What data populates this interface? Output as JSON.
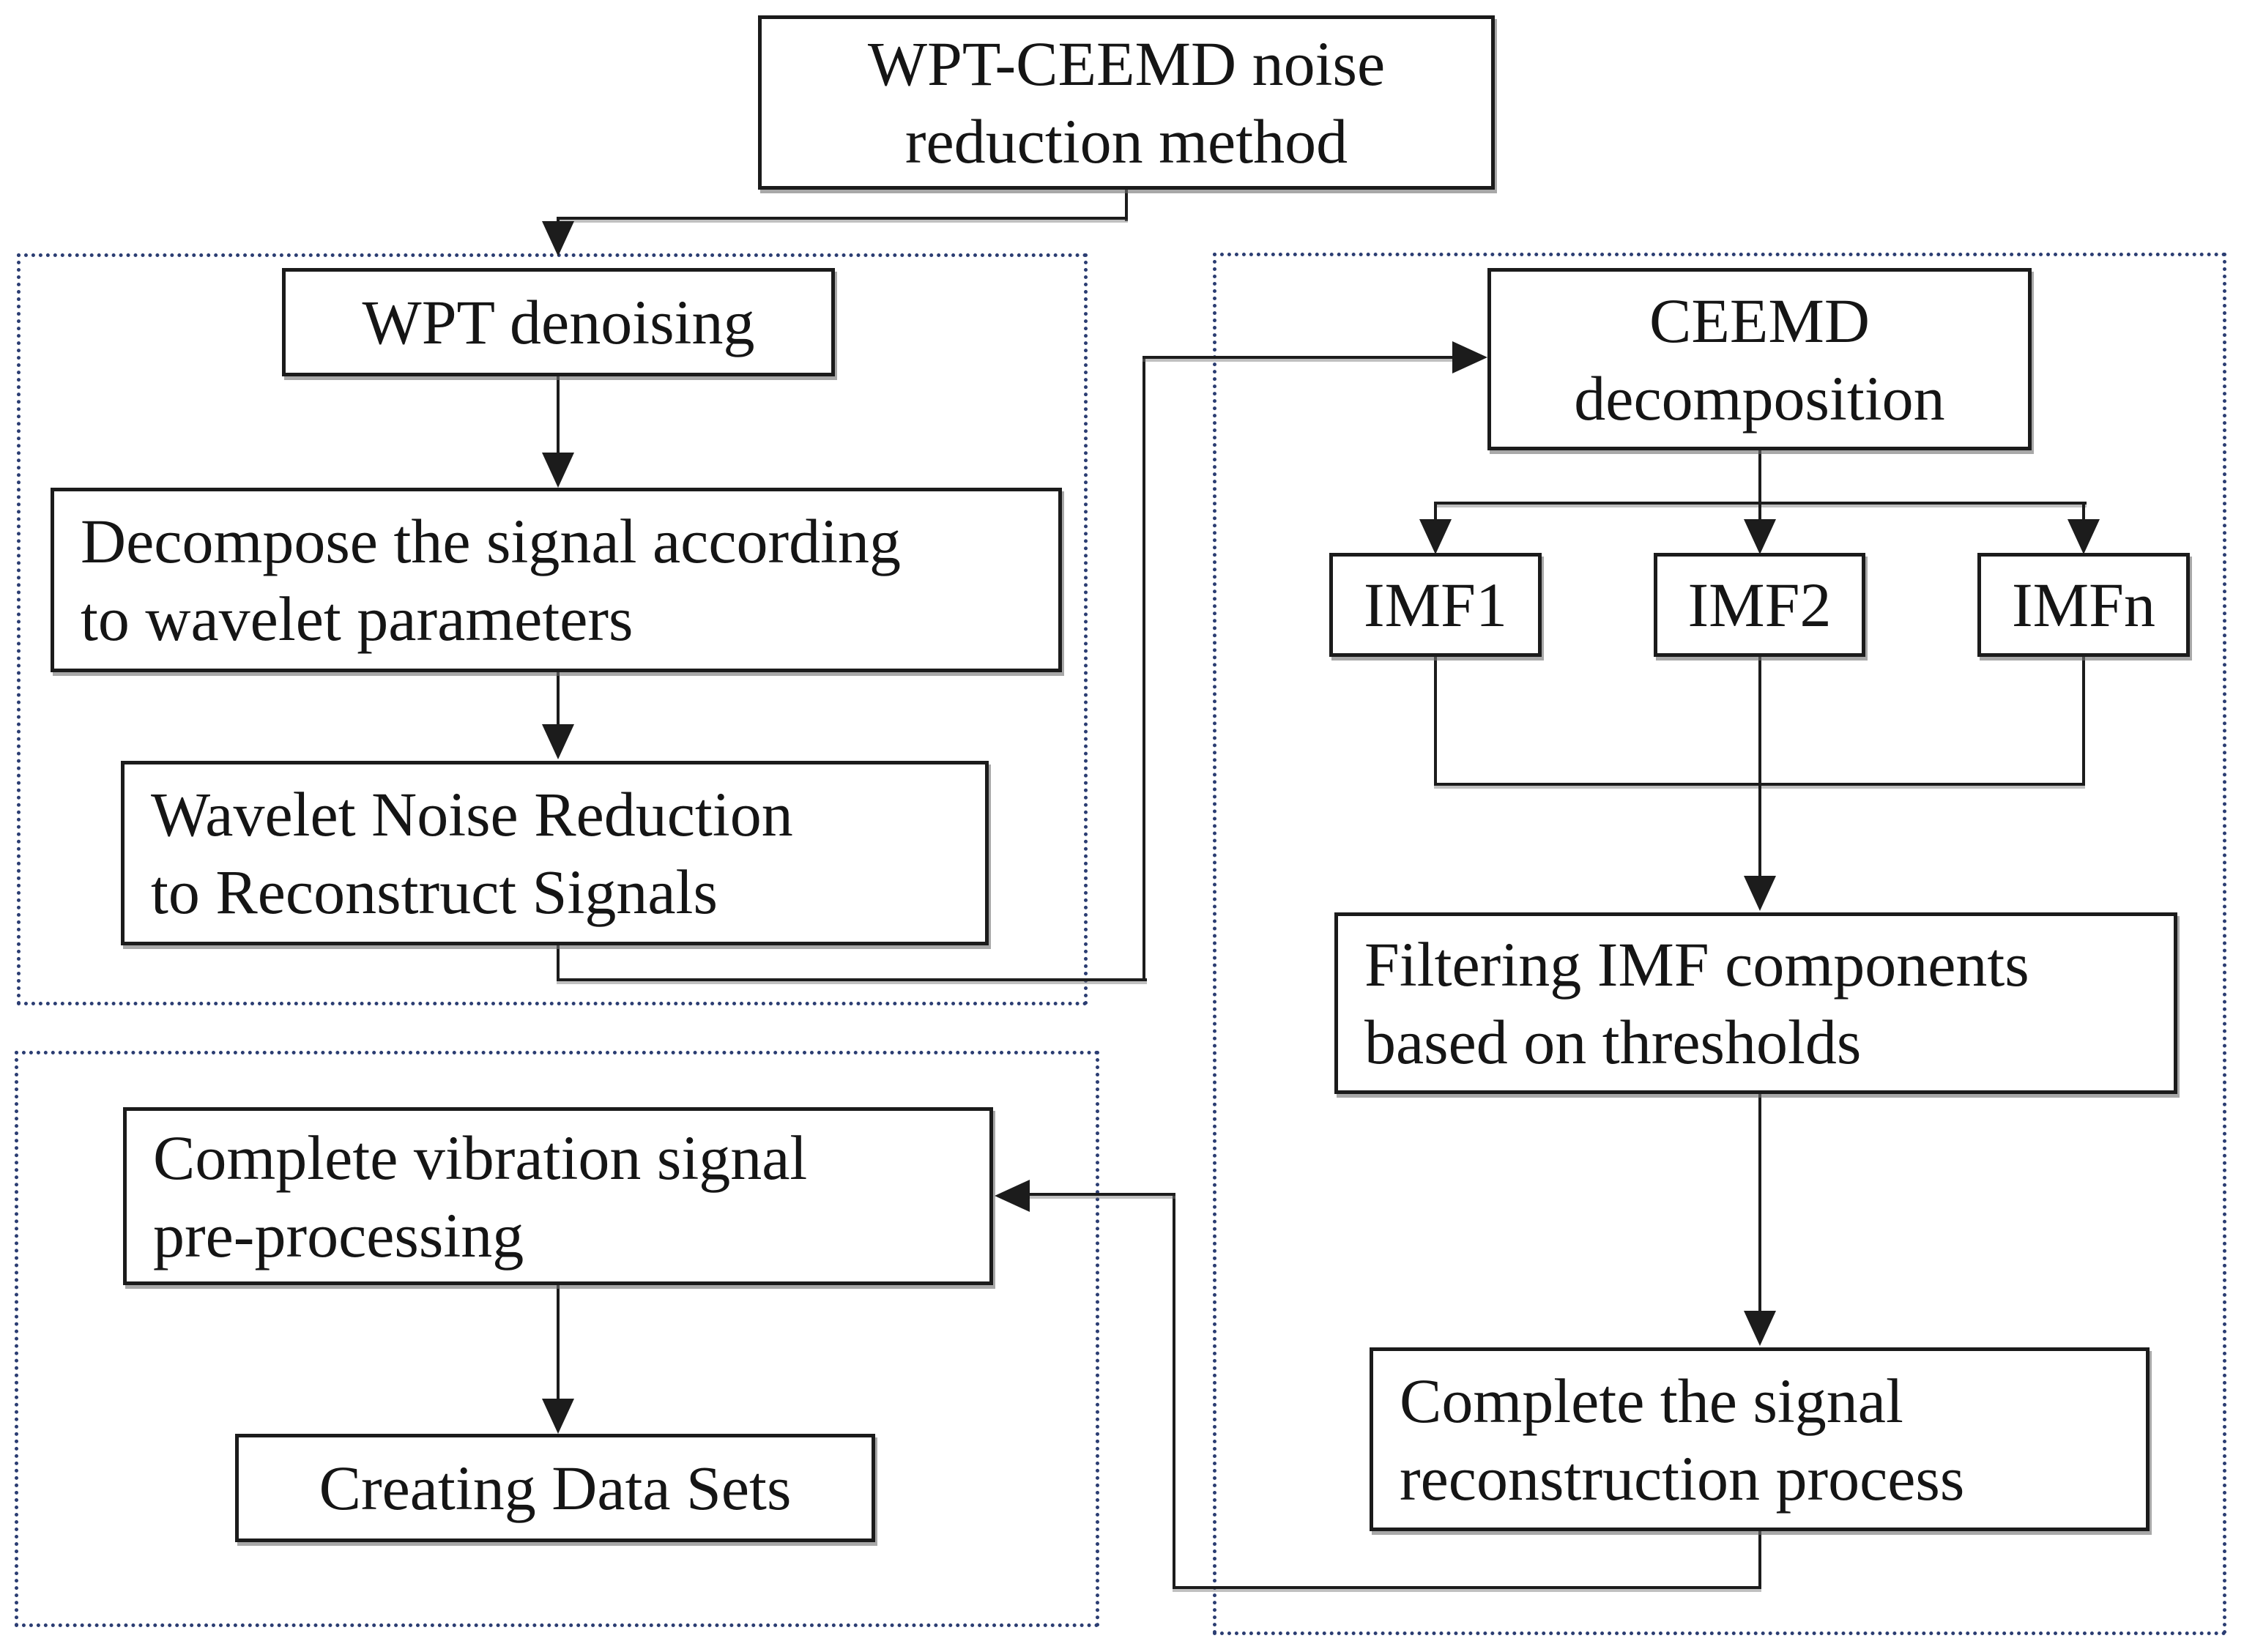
{
  "figure": {
    "type": "flowchart",
    "title": "WPT-CEEMD noise reduction method",
    "colors": {
      "line": "#1c1c1c",
      "box_border": "#1b1b1b",
      "box_background": "#ffffff",
      "container_dashed_border": "#2b3d72",
      "shadow": "#6e6e6e"
    },
    "nodes": {
      "title": "WPT-CEEMD noise\nreduction method",
      "wpt_denoising": "WPT denoising",
      "decompose": "Decompose the signal according\nto wavelet parameters",
      "wavelet_noise": "Wavelet Noise Reduction\nto Reconstruct Signals",
      "ceemd": "CEEMD\ndecomposition",
      "imf1": "IMF1",
      "imf2": "IMF2",
      "imfn": "IMFn",
      "filtering": "Filtering IMF components\nbased on thresholds",
      "complete_signal": "Complete the signal\nreconstruction process",
      "complete_vibration": "Complete vibration signal\npre-processing",
      "creating_datasets": "Creating Data Sets"
    }
  }
}
